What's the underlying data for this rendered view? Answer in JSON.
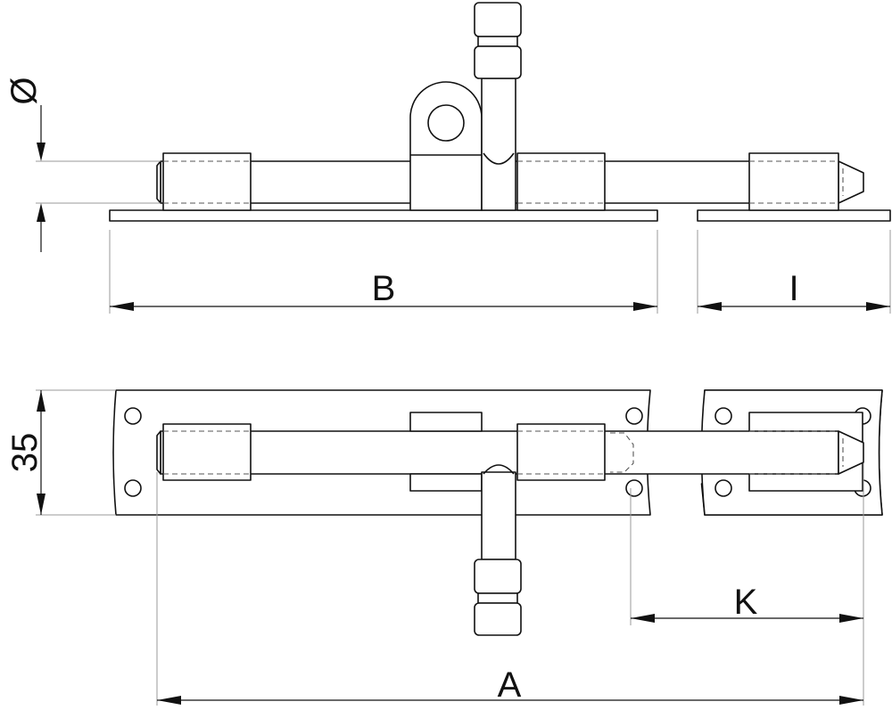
{
  "labels": {
    "diameter": "Ø",
    "b": "B",
    "i": "I",
    "height": "35",
    "k": "K",
    "a": "A"
  }
}
